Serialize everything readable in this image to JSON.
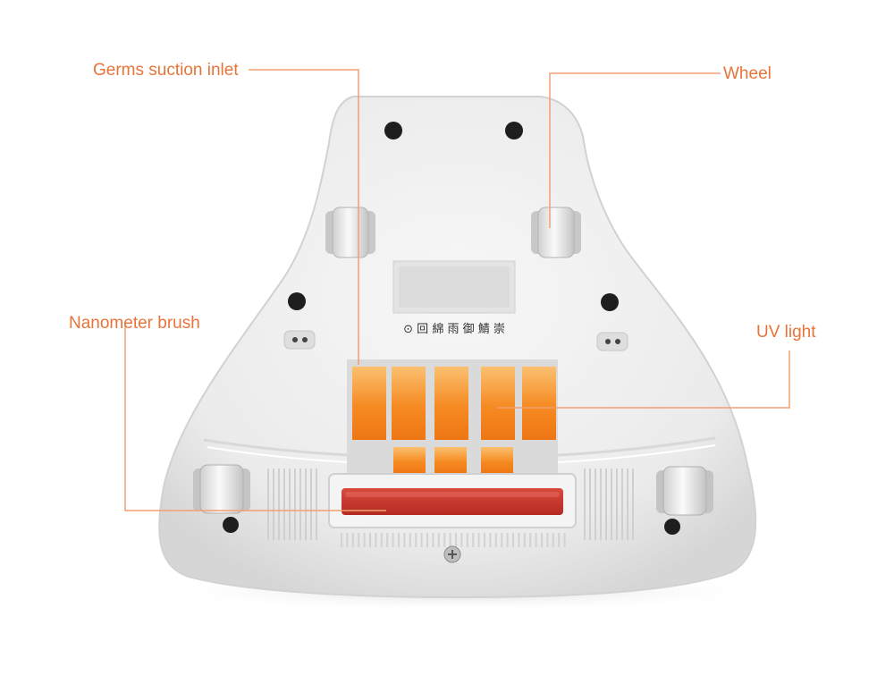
{
  "labels": {
    "germs_suction_inlet": "Germs suction inlet",
    "wheel": "Wheel",
    "nanometer_brush": "Nanometer brush",
    "uv_light": "UV light"
  },
  "device": {
    "sticker_text": "⊙ 回 綿 雨 御 鯖 崇"
  },
  "colors": {
    "label_text": "#e8743a",
    "leader_line": "#f0a070",
    "body": "#ededed",
    "body_edge": "#d4d4d4",
    "uv_window": "#f5902a",
    "brush": "#c8322a",
    "screw_hole": "#1e1e1e",
    "sticker": "#e2e2e2"
  }
}
